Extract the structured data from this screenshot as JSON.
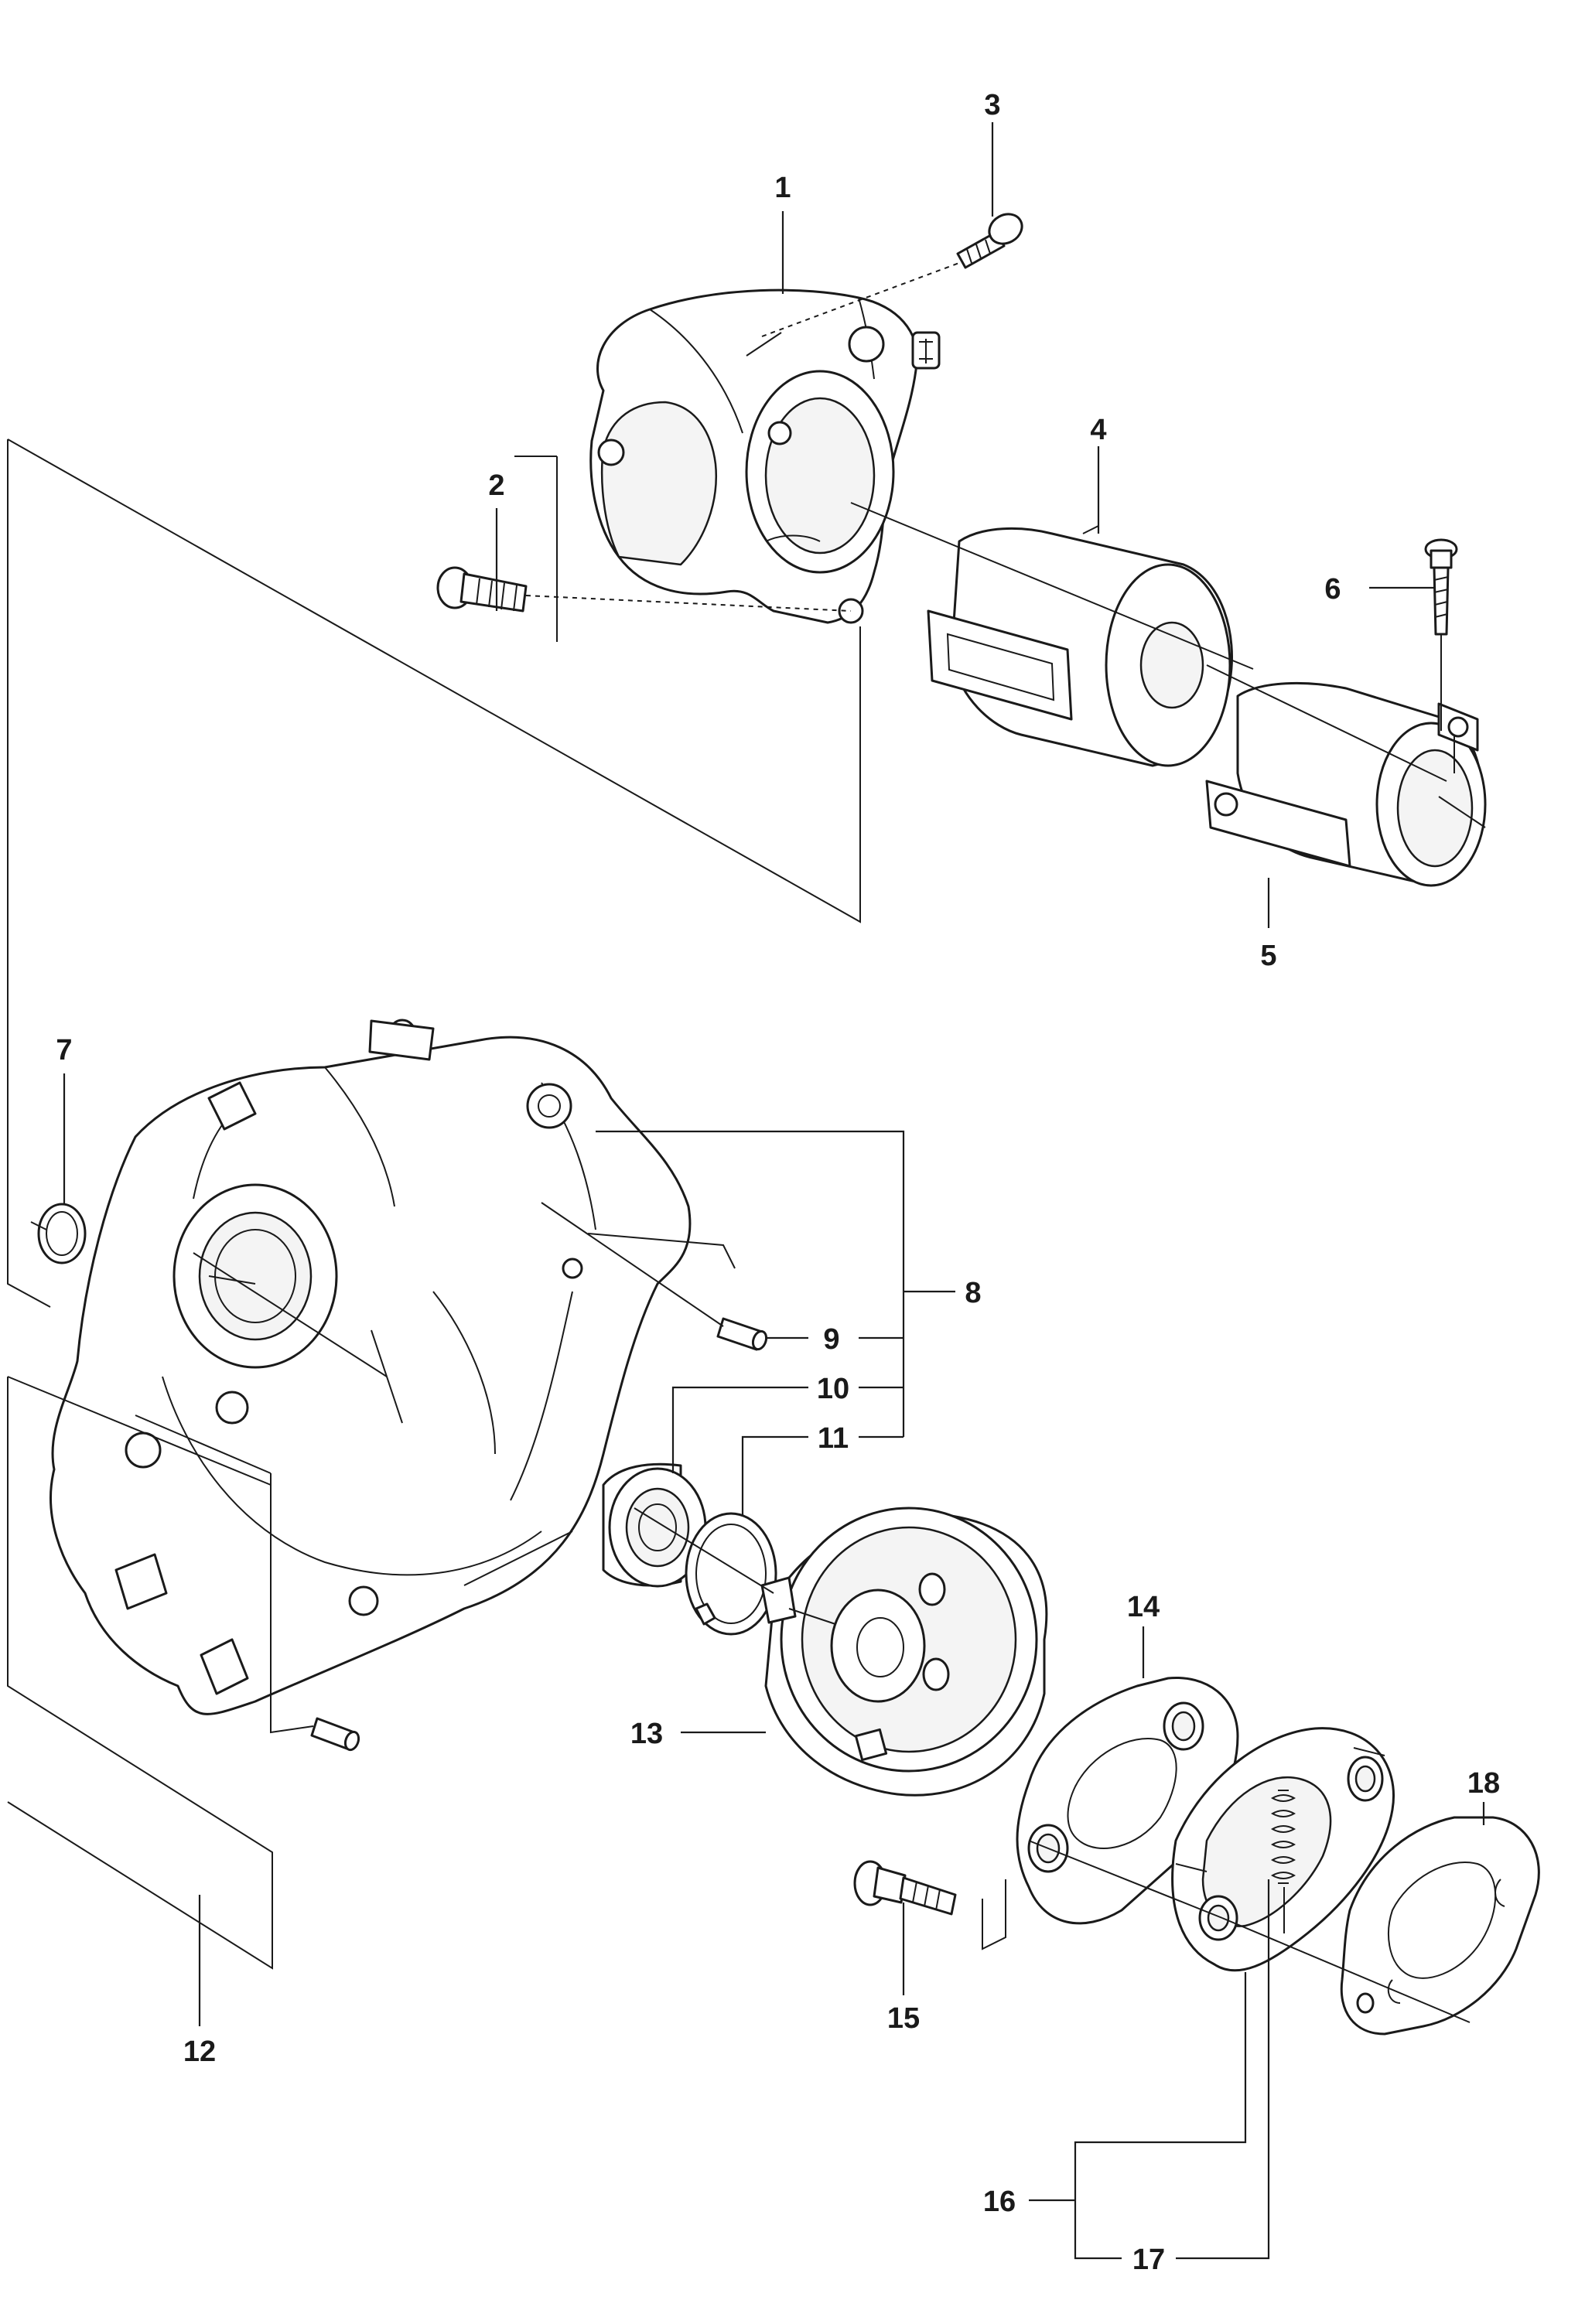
{
  "diagram": {
    "type": "exploded-parts-view",
    "callouts": [
      {
        "id": "1",
        "label": "1"
      },
      {
        "id": "2",
        "label": "2"
      },
      {
        "id": "3",
        "label": "3"
      },
      {
        "id": "4",
        "label": "4"
      },
      {
        "id": "5",
        "label": "5"
      },
      {
        "id": "6",
        "label": "6"
      },
      {
        "id": "7",
        "label": "7"
      },
      {
        "id": "8",
        "label": "8"
      },
      {
        "id": "9",
        "label": "9"
      },
      {
        "id": "10",
        "label": "10"
      },
      {
        "id": "11",
        "label": "11"
      },
      {
        "id": "12",
        "label": "12"
      },
      {
        "id": "13",
        "label": "13"
      },
      {
        "id": "14",
        "label": "14"
      },
      {
        "id": "15",
        "label": "15"
      },
      {
        "id": "16",
        "label": "16"
      },
      {
        "id": "17",
        "label": "17"
      },
      {
        "id": "18",
        "label": "18"
      }
    ],
    "parts": [
      {
        "name": "clutch-housing-cover",
        "callout": "1"
      },
      {
        "name": "screw",
        "callout": "2"
      },
      {
        "name": "screw",
        "callout": "3"
      },
      {
        "name": "vibration-damper",
        "callout": "4"
      },
      {
        "name": "shaft-clamp",
        "callout": "5"
      },
      {
        "name": "clamp-screw",
        "callout": "6"
      },
      {
        "name": "circlip",
        "callout": "7"
      },
      {
        "name": "crankcase-half",
        "callout": "8"
      },
      {
        "name": "guide-pin",
        "callout": "9"
      },
      {
        "name": "ball-bearing",
        "callout": "10"
      },
      {
        "name": "retaining-ring",
        "callout": "11"
      },
      {
        "name": "screw",
        "callout": "12"
      },
      {
        "name": "clutch-drum",
        "callout": "13"
      },
      {
        "name": "washer-plate",
        "callout": "14"
      },
      {
        "name": "shoulder-screw",
        "callout": "15"
      },
      {
        "name": "clutch-assembly",
        "callout": "16"
      },
      {
        "name": "clutch-spring",
        "callout": "17"
      },
      {
        "name": "washer-plate",
        "callout": "18"
      }
    ]
  }
}
